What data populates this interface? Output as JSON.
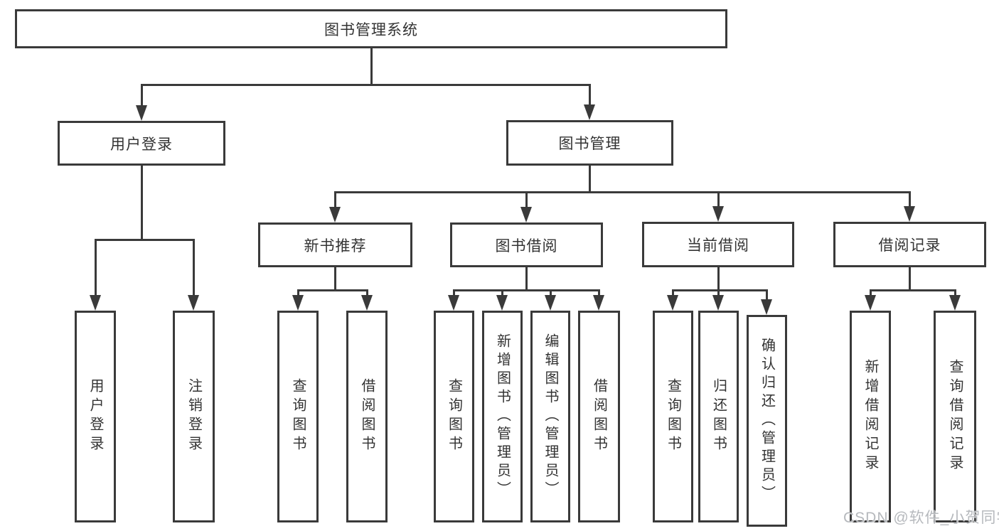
{
  "colors": {
    "line": "#3a3a3a",
    "text": "#333333",
    "background": "#ffffff",
    "watermark": "#b6b9bd"
  },
  "watermark": {
    "text": "CSDN @软件_小贺同学"
  },
  "tree": {
    "root": {
      "label": "图书管理系统"
    },
    "branches": [
      {
        "label": "用户登录",
        "children": [
          {
            "label": "用户登录"
          },
          {
            "label": "注销登录"
          }
        ]
      },
      {
        "label": "图书管理",
        "children": [
          {
            "label": "新书推荐",
            "children": [
              {
                "label": "查询图书"
              },
              {
                "label": "借阅图书"
              }
            ]
          },
          {
            "label": "图书借阅",
            "children": [
              {
                "label": "查询图书"
              },
              {
                "label": "新增图书（管理员）"
              },
              {
                "label": "编辑图书（管理员）"
              },
              {
                "label": "借阅图书"
              }
            ]
          },
          {
            "label": "当前借阅",
            "children": [
              {
                "label": "查询图书"
              },
              {
                "label": "归还图书"
              },
              {
                "label": "确认归还（管理员）"
              }
            ]
          },
          {
            "label": "借阅记录",
            "children": [
              {
                "label": "新增借阅记录"
              },
              {
                "label": "查询借阅记录"
              }
            ]
          }
        ]
      }
    ]
  }
}
